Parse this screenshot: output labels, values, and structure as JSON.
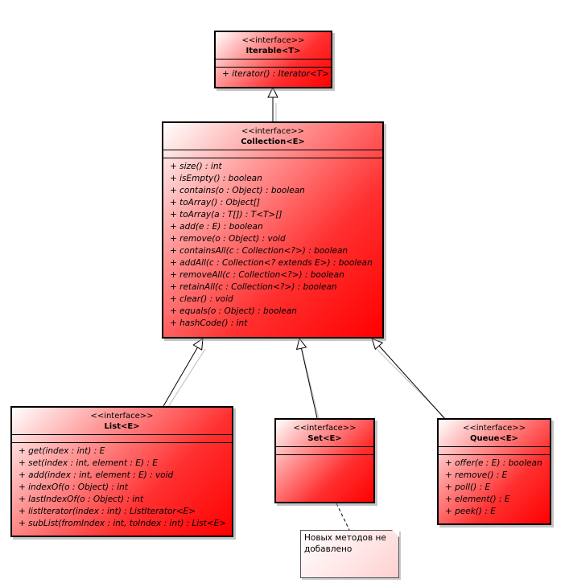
{
  "stereotype": "<<interface>>",
  "iterable": {
    "name": "Iterable<T>",
    "ops": [
      "+ iterator() : Iterator<T>"
    ]
  },
  "collection": {
    "name": "Collection<E>",
    "ops": [
      "+ size() : int",
      "+ isEmpty() : boolean",
      "+ contains(o : Object) : boolean",
      "+ toArray() : Object[]",
      "+ toArray(a : T[]) : T<T>[]",
      "+ add(e : E) : boolean",
      "+ remove(o : Object) : void",
      "+ containsAll(c : Collection<?>) : boolean",
      "+ addAll(c : Collection<? extends E>) : boolean",
      "+ removeAll(c : Collection<?>) : boolean",
      "+ retainAll(c : Collection<?>) : boolean",
      "+ clear() : void",
      "+ equals(o : Object) : boolean",
      "+ hashCode() : int"
    ]
  },
  "list": {
    "name": "List<E>",
    "ops": [
      "+ get(index : int) : E",
      "+ set(index : int, element : E) : E",
      "+ add(index : int, element : E) : void",
      "+ indexOf(o : Object) : int",
      "+ lastIndexOf(o : Object) : int",
      "+ listIterator(index : int) : ListIterator<E>",
      "+ subList(fromIndex : int, toIndex : int) : List<E>"
    ]
  },
  "set": {
    "name": "Set<E>",
    "ops": []
  },
  "queue": {
    "name": "Queue<E>",
    "ops": [
      "+ offer(e : E) : boolean",
      "+ remove() : E",
      "+ poll() : E",
      "+ element() : E",
      "+ peek() : E"
    ]
  },
  "note": {
    "text": "Новых методов не добавлено"
  },
  "colors": {
    "fill_start": "#ffffff",
    "fill_end": "#ff0000",
    "border": "#000000"
  }
}
